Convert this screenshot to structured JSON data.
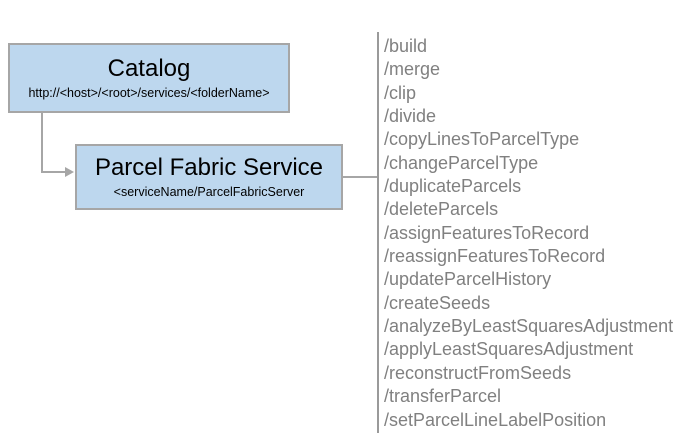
{
  "diagram": {
    "catalog": {
      "title": "Catalog",
      "subtitle": "http://<host>/<root>/services/<folderName>"
    },
    "service": {
      "title": "Parcel Fabric Service",
      "subtitle": "<serviceName/ParcelFabricServer"
    },
    "endpoints": [
      "/build",
      "/merge",
      "/clip",
      "/divide",
      "/copyLinesToParcelType",
      "/changeParcelType",
      "/duplicateParcels",
      "/deleteParcels",
      "/assignFeaturesToRecord",
      "/reassignFeaturesToRecord",
      "/updateParcelHistory",
      "/createSeeds",
      "/analyzeByLeastSquaresAdjustment",
      "/applyLeastSquaresAdjustment",
      "/reconstructFromSeeds",
      "/transferParcel",
      "/setParcelLineLabelPosition"
    ]
  },
  "colors": {
    "background": "#ffffff",
    "box_fill": "#bdd7ee",
    "box_border": "#a6a6a6",
    "box_text": "#000000",
    "connector": "#a6a6a6",
    "divider": "#9a9a9a",
    "endpoint_text": "#808080"
  }
}
